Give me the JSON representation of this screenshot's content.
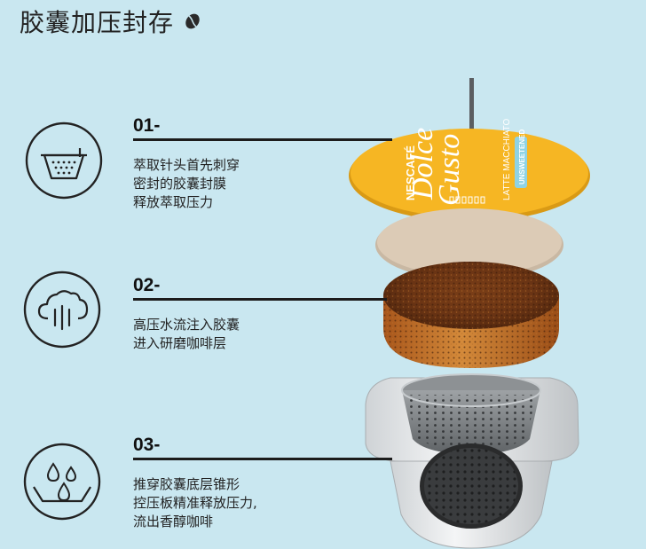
{
  "title": "胶囊加压封存",
  "steps": [
    {
      "number": "01-",
      "lines": [
        "萃取针头首先刺穿",
        "密封的胶囊封膜",
        "释放萃取压力"
      ],
      "icon": "filter-basket-icon"
    },
    {
      "number": "02-",
      "lines": [
        "高压水流注入胶囊",
        "进入研磨咖啡层"
      ],
      "icon": "cloud-steam-icon"
    },
    {
      "number": "03-",
      "lines": [
        "推穿胶囊底层锥形",
        "控压板精准释放压力,",
        "流出香醇咖啡"
      ],
      "icon": "water-drops-icon"
    }
  ],
  "lid": {
    "brand": "NESCAFÉ",
    "logo_line1": "Dolce",
    "logo_line2": "Gusto",
    "variant": "LATTE MACCHIATO",
    "badge": "UNSWEETENED",
    "lid_color": "#f6b623"
  },
  "colors": {
    "background": "#c9e7f0",
    "line": "#1c1c1c",
    "coffee": "#8a4a1c"
  }
}
